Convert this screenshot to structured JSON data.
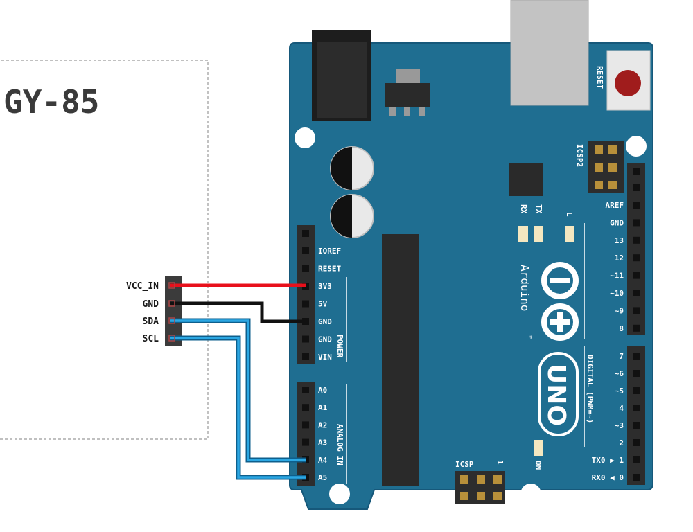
{
  "module": {
    "title": "GY-85",
    "pins": [
      "VCC_IN",
      "GND",
      "SDA",
      "SCL"
    ]
  },
  "board": {
    "name": "Arduino",
    "tm": "™",
    "model": "UNO",
    "reset_label": "RESET",
    "icsp2_label": "ICSP2",
    "icsp_label": "ICSP",
    "icsp_pin1": "1",
    "led_labels": {
      "tx": "TX",
      "rx": "RX",
      "l": "L",
      "on": "ON"
    },
    "power_header": [
      "IOREF",
      "RESET",
      "3V3",
      "5V",
      "GND",
      "GND",
      "VIN"
    ],
    "power_group_label": "POWER",
    "analog_header": [
      "A0",
      "A1",
      "A2",
      "A3",
      "A4",
      "A5"
    ],
    "analog_group_label": "ANALOG IN",
    "digital_top": [
      "AREF",
      "GND",
      "13",
      "12",
      "~11",
      "~10",
      "~9",
      "8"
    ],
    "digital_bottom": [
      "7",
      "~6",
      "~5",
      "4",
      "~3",
      "2",
      "TX0 ▶ 1",
      "RX0 ◀ 0"
    ],
    "digital_group_label": "DIGITAL (PWM=~)"
  },
  "colors": {
    "board": "#1f6e91",
    "board_edge": "#16587a",
    "wire_vcc": "#e8101b",
    "wire_gnd": "#111111",
    "wire_i2c": "#1f9ad6",
    "reset_button": "#a01c1c"
  },
  "connections": [
    {
      "from": "VCC_IN",
      "to": "3V3"
    },
    {
      "from": "GND",
      "to": "GND"
    },
    {
      "from": "SDA",
      "to": "A4"
    },
    {
      "from": "SCL",
      "to": "A5"
    }
  ]
}
